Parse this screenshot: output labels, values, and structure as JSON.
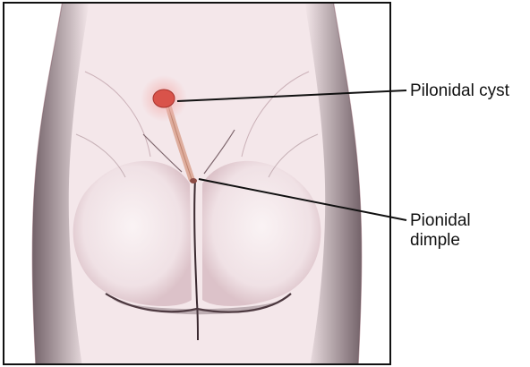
{
  "labels": {
    "cyst": "Pilonidal cyst",
    "dimple_line1": "Pionidal",
    "dimple_line2": "dimple"
  },
  "colors": {
    "frame": "#111111",
    "skin": "#f6ecee",
    "skin_shade": "#dcc2c8",
    "side_shadow": "#6d5c63",
    "cyst_core": "#d9534a",
    "cyst_glow": "#f3b2b0",
    "sinus_tract": "#d9a28f",
    "leader_line": "#111111"
  }
}
